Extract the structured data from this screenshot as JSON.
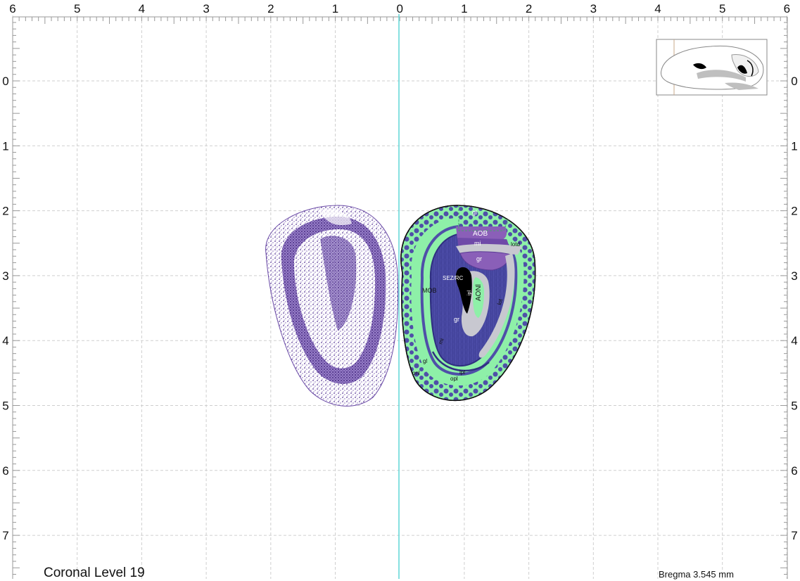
{
  "atlas": {
    "level_title": "Coronal Level 19",
    "bregma": "Bregma 3.545 mm",
    "x_axis_labels": [
      "6",
      "5",
      "4",
      "3",
      "2",
      "1",
      "0",
      "1",
      "2",
      "3",
      "4",
      "5",
      "6"
    ],
    "y_axis_labels": [
      "0",
      "1",
      "2",
      "3",
      "4",
      "5",
      "6",
      "7"
    ],
    "midline_color": "#5fd6d6",
    "grid_color": "#cfcfcf"
  },
  "regions": {
    "gl_top": "gl",
    "aob": "AOB",
    "mi_top": "mi",
    "lotd": "lotd",
    "gr_aob": "gr",
    "sez_rc": "SEZ/RC",
    "mob": "MOB",
    "aoni": "AONl",
    "ipl_vert": "ipl",
    "lot": "lot",
    "gr_mob": "gr",
    "mi_mob": "mi",
    "gl_mob": "gl",
    "onl": "onl",
    "opl": "opl",
    "ipl_bottom": "ipl"
  },
  "colors": {
    "background": "#ffffff",
    "nissl": "#4a2a8a",
    "granular": "#4f4fa8",
    "fiber_green": "#8ef0a8",
    "fiber_gray": "#c8c8d0",
    "mitral": "#8a5fb8",
    "ventricle": "#000000",
    "outline": "#111111"
  }
}
